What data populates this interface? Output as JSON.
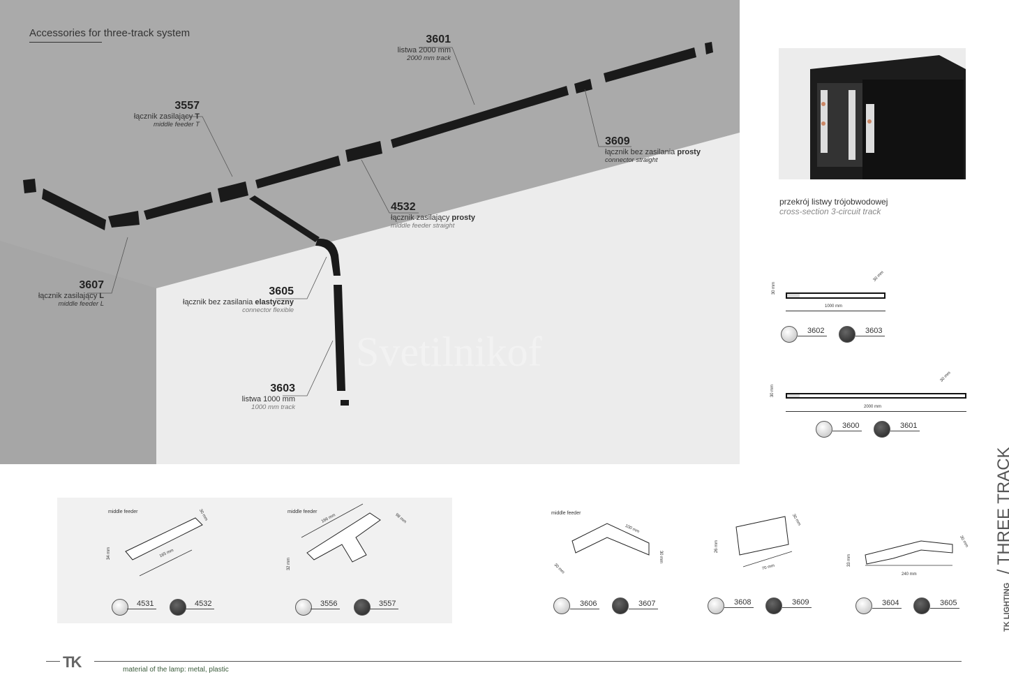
{
  "title": "Accessories for three-track system",
  "watermark": "Svetilnikof",
  "callouts": [
    {
      "code": "3601",
      "pl": "listwa 2000 mm",
      "en": "2000 mm track"
    },
    {
      "code": "3557",
      "pl": "łącznik zasilający ",
      "pl_bold": "T",
      "en": "middle feeder T"
    },
    {
      "code": "3609",
      "pl": "łącznik bez zasilania ",
      "pl_bold": "prosty",
      "en": "connector straight"
    },
    {
      "code": "4532",
      "pl": "łącznik zasilający ",
      "pl_bold": "prosty",
      "en": "middle feeder straight"
    },
    {
      "code": "3607",
      "pl": "łącznik zasilający ",
      "pl_bold": "L",
      "en": "middle feeder L"
    },
    {
      "code": "3605",
      "pl": "łącznik bez zasilania ",
      "pl_bold": "elastyczny",
      "en": "connector flexible"
    },
    {
      "code": "3603",
      "pl": "listwa 1000 mm",
      "en": "1000 mm track"
    }
  ],
  "cross_section": {
    "pl": "przekrój listwy trójobwodowej",
    "en": "cross-section 3-circuit track"
  },
  "tracks": [
    {
      "height": "30 mm",
      "width": "30 mm",
      "length": "1000 mm",
      "codes": [
        "3602",
        "3603"
      ]
    },
    {
      "height": "30 mm",
      "width": "30 mm",
      "length": "2000 mm",
      "codes": [
        "3600",
        "3601"
      ]
    }
  ],
  "products": [
    {
      "label": "middle feeder",
      "dims": [
        "30 mm",
        "34 mm",
        "165 mm"
      ],
      "codes": [
        "4531",
        "4532"
      ]
    },
    {
      "label": "middle feeder",
      "dims": [
        "166 mm",
        "98 mm",
        "32 mm"
      ],
      "codes": [
        "3556",
        "3557"
      ]
    },
    {
      "label": "middle feeder",
      "dims": [
        "100 mm",
        "30 mm",
        "30 mm"
      ],
      "codes": [
        "3606",
        "3607"
      ]
    },
    {
      "label": "",
      "dims": [
        "30 mm",
        "26 mm",
        "70 mm"
      ],
      "codes": [
        "3608",
        "3609"
      ]
    },
    {
      "label": "",
      "dims": [
        "30 mm",
        "33 mm",
        "240 mm"
      ],
      "codes": [
        "3604",
        "3605"
      ]
    }
  ],
  "side": {
    "brand": "TK LIGHTING",
    "section": "/ THREE TRACK"
  },
  "footer": {
    "logo": "TK",
    "material": "material of the lamp: metal, plastic"
  }
}
